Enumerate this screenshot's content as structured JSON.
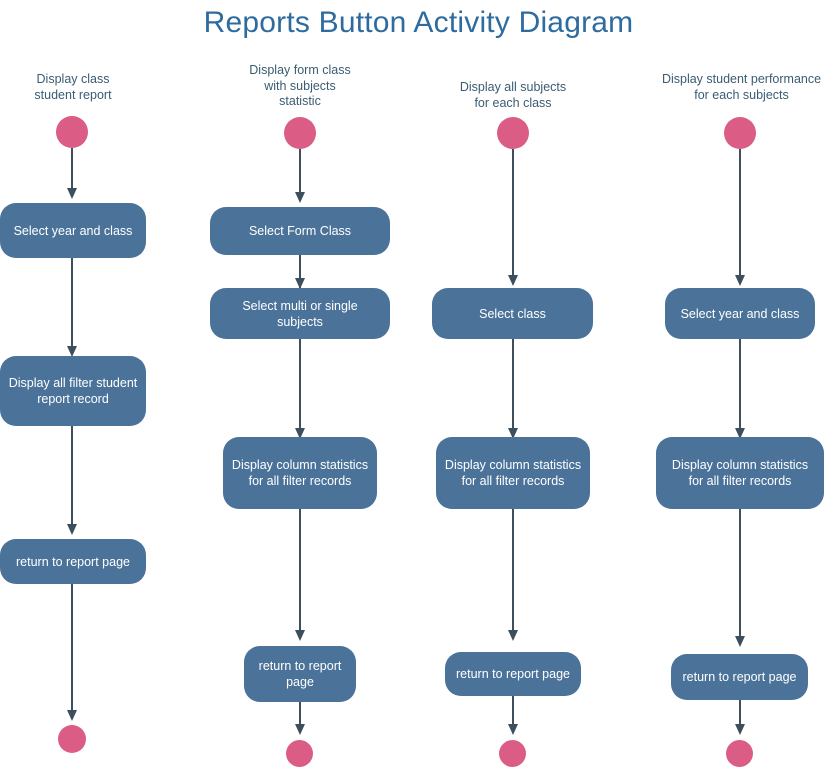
{
  "title": "Reports Button Activity Diagram",
  "colors": {
    "title": "#2e6b9e",
    "lane_label": "#3a5c73",
    "node_fill": "#4b739a",
    "node_text": "#ffffff",
    "terminal": "#db5c85",
    "edge": "#3d4f5c",
    "background": "#ffffff"
  },
  "lanes": [
    {
      "id": "lane-1",
      "header": "Display class\nstudent report",
      "header_lines": [
        "Display class",
        "student report"
      ],
      "start_node": "start-circle",
      "end_node": "end-circle",
      "steps": [
        {
          "label": "Select year and class"
        },
        {
          "label": "Display all filter student report record"
        },
        {
          "label": "return to report page"
        }
      ]
    },
    {
      "id": "lane-2",
      "header": "Display form class\nwith subjects\nstatistic",
      "header_lines": [
        "Display form class",
        "with subjects",
        "statistic"
      ],
      "start_node": "start-circle",
      "end_node": "end-circle",
      "steps": [
        {
          "label": "Select Form Class"
        },
        {
          "label": "Select multi or single subjects"
        },
        {
          "label": "Display column statistics for all filter records"
        },
        {
          "label": "return to report page"
        }
      ]
    },
    {
      "id": "lane-3",
      "header": "Display all subjects\nfor each class",
      "header_lines": [
        "Display all subjects",
        "for each class"
      ],
      "start_node": "start-circle",
      "end_node": "end-circle",
      "steps": [
        {
          "label": "Select class"
        },
        {
          "label": "Display column statistics for all filter records"
        },
        {
          "label": "return to report page"
        }
      ]
    },
    {
      "id": "lane-4",
      "header": "Display student performance\nfor each subjects",
      "header_lines": [
        "Display student performance",
        "for each subjects"
      ],
      "start_node": "start-circle",
      "end_node": "end-circle",
      "steps": [
        {
          "label": "Select year and class"
        },
        {
          "label": "Display column statistics for all filter records"
        },
        {
          "label": "return to report page"
        }
      ]
    }
  ]
}
